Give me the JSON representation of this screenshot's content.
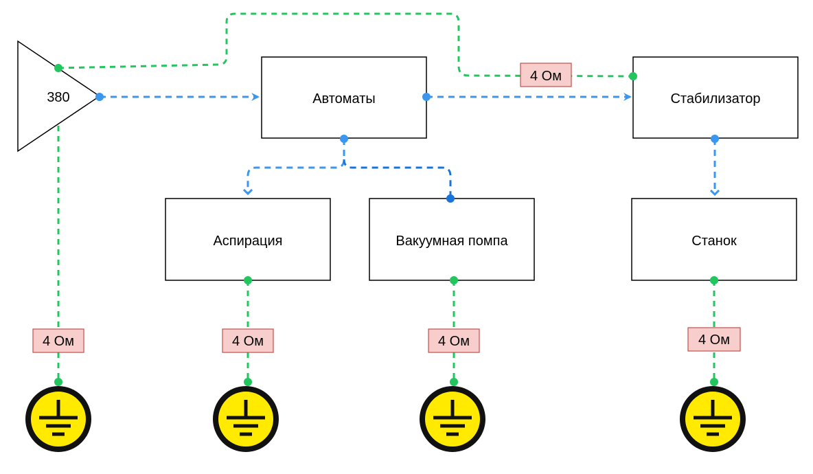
{
  "colors": {
    "ground_wire": "#22c55e",
    "power_wire": "#3b96f0",
    "power_wire_dark": "#1a73d9",
    "resistor_fill": "#f8cecc",
    "resistor_stroke": "#c0504d",
    "ground_fill": "#ffea00",
    "ground_stroke": "#111111"
  },
  "nodes": {
    "source": {
      "label": "380"
    },
    "breakers": {
      "label": "Автоматы"
    },
    "stabilizer": {
      "label": "Стабилизатор"
    },
    "aspiration": {
      "label": "Аспирация"
    },
    "vacuum_pump": {
      "label": "Вакуумная помпа"
    },
    "machine": {
      "label": "Станок"
    }
  },
  "resistors": {
    "top": {
      "label": "4 Ом"
    },
    "source": {
      "label": "4 Ом"
    },
    "aspiration": {
      "label": "4 Ом"
    },
    "vacuum_pump": {
      "label": "4 Ом"
    },
    "machine": {
      "label": "4 Ом"
    }
  },
  "icons": {
    "ground": "ground-icon"
  }
}
